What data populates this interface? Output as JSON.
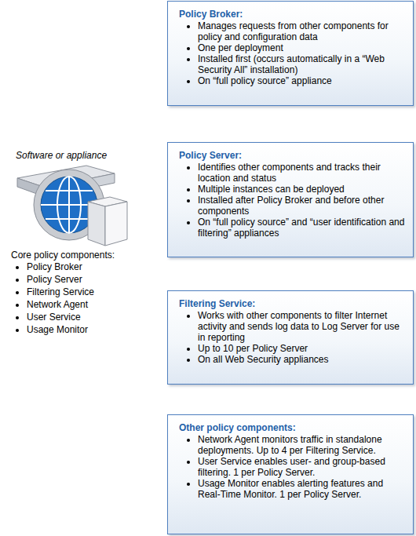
{
  "diagram": {
    "nodes": [
      {
        "text": [
          "Policy Broker:",
          "Manages requests from other components for policy and configuration data",
          "One per deployment",
          "Installed first (occurs automatically in a “Web Security All” installation)",
          "On “full policy source” appliance"
        ]
      },
      {
        "text": [
          "Policy Server:",
          "Identifies other components and tracks their location and status",
          "Multiple instances can be deployed",
          "Installed after Policy Broker and before other components",
          "On “full policy source” and “user identification and filtering” appliances"
        ]
      },
      {
        "text": [
          "Filtering Service:",
          "Works with other components to filter Internet activity and sends log data to Log Server for use in reporting",
          "Up to 10 per Policy Server",
          "On all Web Security appliances"
        ]
      },
      {
        "text": [
          "Other policy components:",
          "Network Agent monitors traffic in standalone deployments. Up to 4 per Filtering Service.",
          "User Service enables user- and group-based filtering. 1 per Policy Server.",
          "Usage Monitor enables alerting features and Real-Time Monitor. 1 per Policy Server."
        ]
      }
    ],
    "labels": [
      "Software or appliance",
      "Core policy components:",
      "Policy Broker",
      "Policy Server",
      "Filtering Service",
      "Network Agent",
      "User Service",
      "Usage Monitor"
    ]
  }
}
